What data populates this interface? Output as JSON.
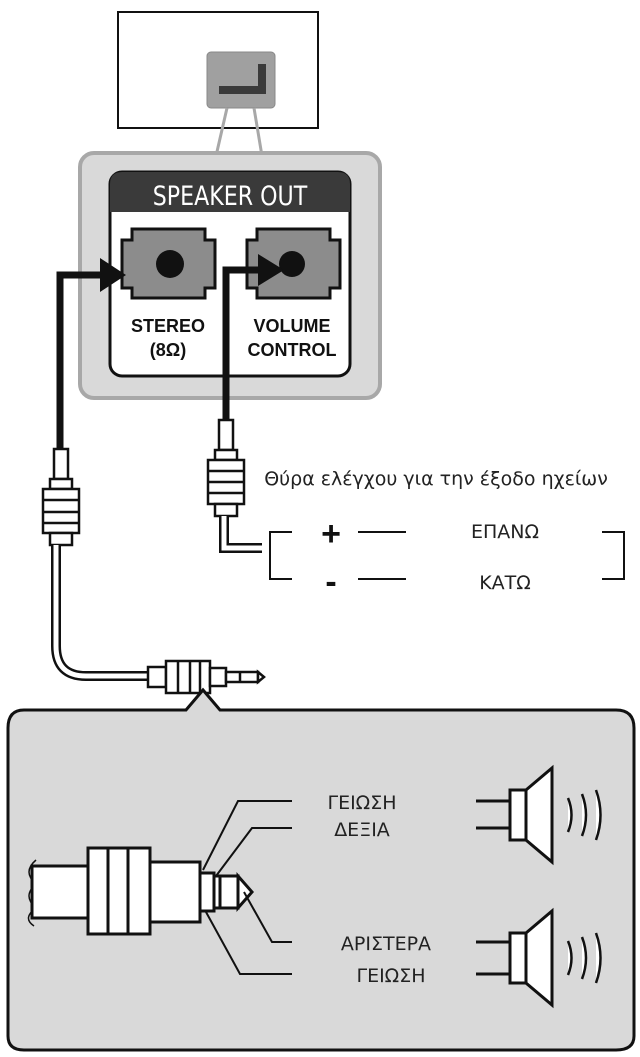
{
  "panel": {
    "title": "SPEAKER OUT",
    "stereo_label_1": "STEREO",
    "stereo_label_2": "(8Ω)",
    "volume_label_1": "VOLUME",
    "volume_label_2": "CONTROL"
  },
  "control": {
    "caption": "Θύρα ελέγχου για την έξοδο ηχείων",
    "plus_sign": "+",
    "minus_sign": "-",
    "up_label": "ΕΠΑΝΩ",
    "down_label": "ΚΑΤΩ"
  },
  "plug": {
    "ground_top": "ΓΕΙΩΣΗ",
    "right": "ΔΕΞΙΑ",
    "left": "ΑΡΙΣΤΕΡΑ",
    "ground_bottom": "ΓΕΙΩΣΗ"
  },
  "colors": {
    "panel_fill": "#d9d9d9",
    "panel_stroke": "#a8a8a8",
    "header_fill": "#3a3a3a",
    "jack_fill": "#8c8c8c",
    "ink": "#111111"
  }
}
